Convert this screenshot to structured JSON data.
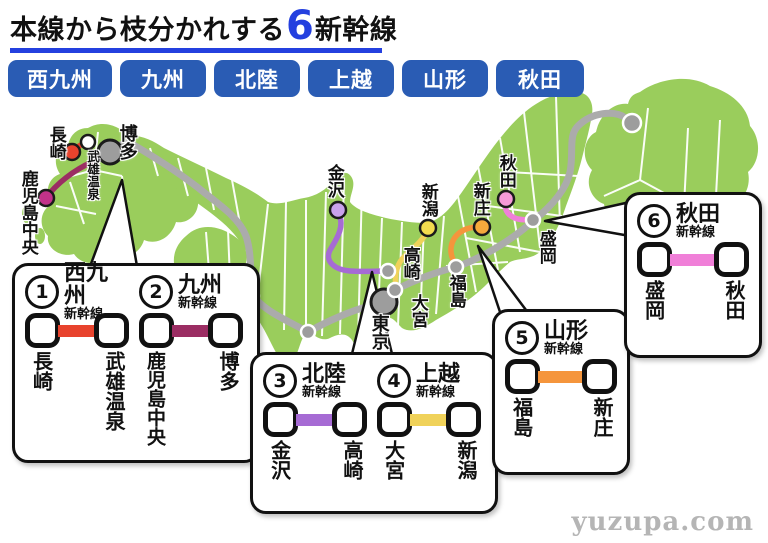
{
  "title": {
    "prefix": "本線から枝分かれする",
    "number": "6",
    "suffix": "新幹線"
  },
  "tabs": [
    {
      "label": "西九州"
    },
    {
      "label": "九州"
    },
    {
      "label": "北陸"
    },
    {
      "label": "上越"
    },
    {
      "label": "山形"
    },
    {
      "label": "秋田"
    }
  ],
  "lines": [
    {
      "number": "1",
      "name": "西九州",
      "category": "新幹線",
      "from": "長崎",
      "to": "武雄温泉",
      "color": "#E8432D"
    },
    {
      "number": "2",
      "name": "九州",
      "category": "新幹線",
      "from": "鹿児島中央",
      "to": "博多",
      "color": "#9B2D63"
    },
    {
      "number": "3",
      "name": "北陸",
      "category": "新幹線",
      "from": "金沢",
      "to": "高崎",
      "color": "#A66BD4"
    },
    {
      "number": "4",
      "name": "上越",
      "category": "新幹線",
      "from": "大宮",
      "to": "新潟",
      "color": "#F0D25A"
    },
    {
      "number": "5",
      "name": "山形",
      "category": "新幹線",
      "from": "福島",
      "to": "新庄",
      "color": "#F5953C"
    },
    {
      "number": "6",
      "name": "秋田",
      "category": "新幹線",
      "from": "盛岡",
      "to": "秋田",
      "color": "#F07FD8"
    }
  ],
  "map": {
    "labels": {
      "nagasaki": "長崎",
      "takeo_onsen": "武雄温泉",
      "hakata": "博多",
      "kagoshima_chuo": "鹿児島中央",
      "kanazawa": "金沢",
      "niigata": "新潟",
      "takasaki": "高崎",
      "omiya": "大宮",
      "tokyo": "東京",
      "fukushima": "福島",
      "shinjo": "新庄",
      "akita": "秋田",
      "morioka": "盛岡"
    },
    "colors": {
      "land": "#9ACD5C",
      "trunk_line": "#ABABAB",
      "station_gray": "#9D9D9D",
      "nagasaki_dot": "#E8432D",
      "takeo_dot": "#FFFFFF",
      "kagoshima_dot": "#C13289",
      "kanazawa_dot": "#C9A2EC",
      "niigata_dot": "#F2DC4E",
      "shinjo_dot": "#F5A93C",
      "akita_dot": "#F59AD8"
    }
  },
  "accent": {
    "title_blue": "#2440DF",
    "tab_blue": "#2A5CB4"
  },
  "watermark": "yuzupa.com"
}
